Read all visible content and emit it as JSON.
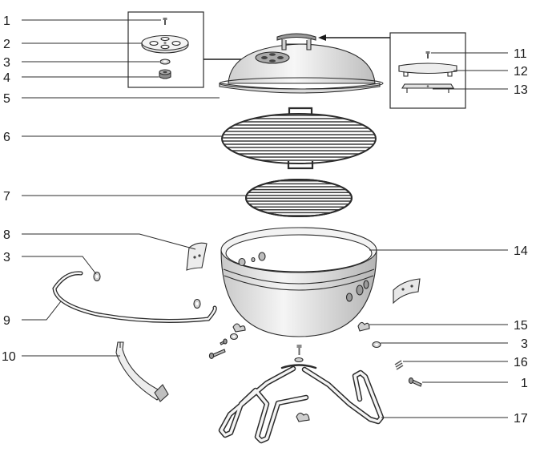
{
  "callouts": {
    "c1": "1",
    "c2": "2",
    "c3": "3",
    "c4": "4",
    "c5": "5",
    "c6": "6",
    "c7": "7",
    "c8": "8",
    "c3b": "3",
    "c9": "9",
    "c10": "10",
    "c11": "11",
    "c12": "12",
    "c13": "13",
    "c14": "14",
    "c15": "15",
    "c3c": "3",
    "c16": "16",
    "c1b": "1",
    "c17": "17"
  },
  "colors": {
    "line": "#2b2b2b",
    "shade": "#d9d9d9",
    "light": "#f2f2f2",
    "dark": "#8a8a8a"
  }
}
